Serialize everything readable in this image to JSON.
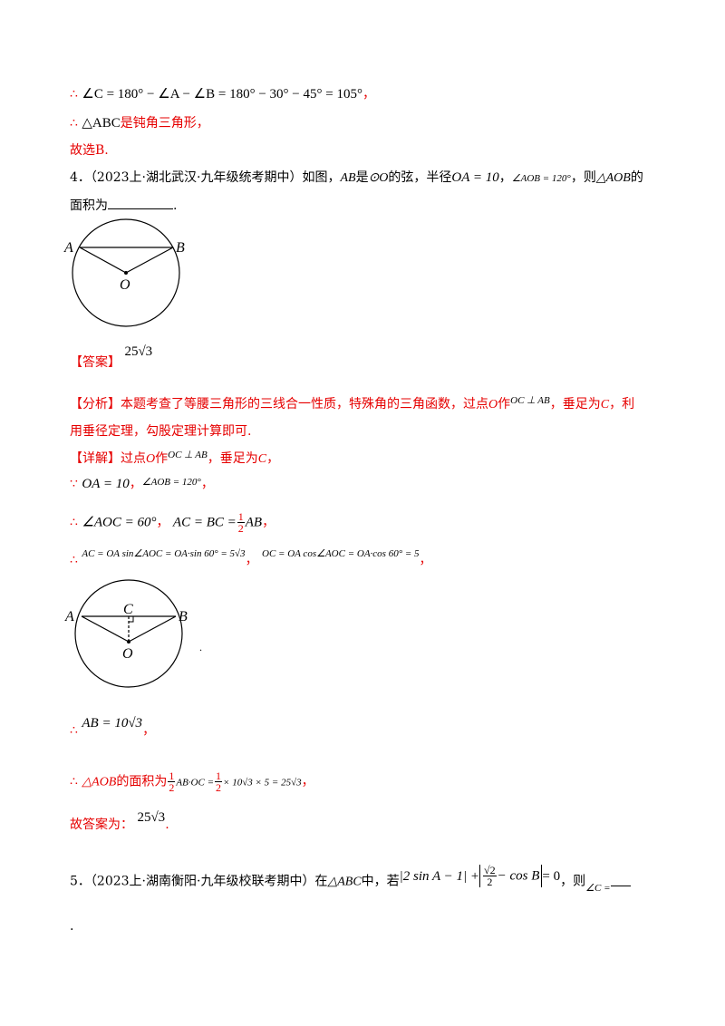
{
  "lines": {
    "l1_math": "∠C = 180° − ∠A − ∠B = 180° − 30° − 45° = 105°",
    "l2_math": "△ABC",
    "l2_text": "是钝角三角形，",
    "l3_text": "故选B.",
    "q4_num": "4．",
    "q4_src": "（2023上·湖北武汉·九年级统考期中）如图，",
    "q4_ab": "AB",
    "q4_t1": "是",
    "q4_circ": "⊙O",
    "q4_t2": "的弦，半径",
    "q4_oa": "OA = 10",
    "q4_angle": "∠AOB = 120°",
    "q4_t3": "，则",
    "q4_tri": "△AOB",
    "q4_t4": "的",
    "q4_t5": "面积为",
    "answer_label": "【答案】",
    "answer_val": "25√3",
    "analysis_label": "【分析】",
    "analysis_t1": "本题考查了等腰三角形的三线合一性质，特殊角的三角函数，过点",
    "analysis_o": "O",
    "analysis_t2": "作",
    "analysis_perp": "OC ⊥ AB",
    "analysis_t3": "，垂足为",
    "analysis_c": "C",
    "analysis_t4": "，利",
    "analysis_t5": "用垂径定理，勾股定理计算即可.",
    "detail_label": "【详解】",
    "detail_t1": "过点",
    "detail_o": "O",
    "detail_t2": "作",
    "detail_perp": "OC ⊥ AB",
    "detail_t3": "，垂足为",
    "detail_c": "C",
    "because": "∵",
    "therefore": "∴",
    "d2_oa": "OA = 10",
    "d2_angle": "∠AOB = 120°",
    "d3_aoc": "∠AOC = 60°",
    "d3_ac": "AC = BC =",
    "d3_half_num": "1",
    "d3_half_den": "2",
    "d3_ab": "AB",
    "d4_ac": "AC = OA sin∠AOC = OA·sin 60° = 5√3",
    "d4_oc": "OC = OA cos∠AOC = OA·cos 60° = 5",
    "d5_ab": "AB = 10√3",
    "d6_tri": "△AOB",
    "d6_t1": "的面积为",
    "d6_expr": "AB·OC =",
    "d6_expr2": "× 10√3 × 5 = 25√3",
    "final_label": "故答案为：",
    "final_val": "25√3",
    "q5_num": "5．",
    "q5_src": "（2023上·湖南衡阳·九年级校联考期中）在",
    "q5_tri": "△ABC",
    "q5_t1": "中，若",
    "q5_expr1": "|2 sin A − 1| +",
    "q5_sqrt": "√2",
    "q5_den": "2",
    "q5_expr2": "− cos B",
    "q5_eq": "= 0",
    "q5_t2": "，则",
    "q5_c": "∠C =",
    "comma": "，",
    "period": "."
  },
  "figure1": {
    "label_a": "A",
    "label_b": "B",
    "label_o": "O"
  },
  "figure2": {
    "label_a": "A",
    "label_b": "B",
    "label_o": "O",
    "label_c": "C"
  }
}
